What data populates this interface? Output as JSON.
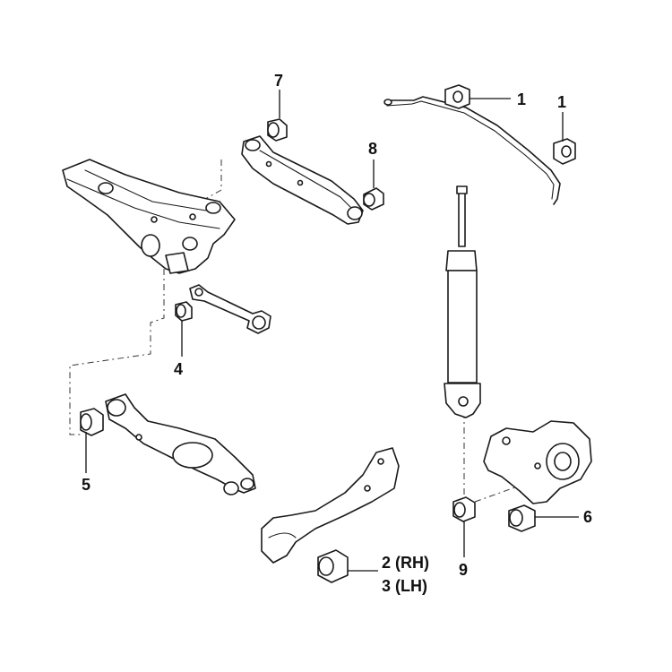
{
  "callouts": {
    "c1a": "1",
    "c1b": "1",
    "c2": "2 (RH)",
    "c3": "3 (LH)",
    "c4": "4",
    "c5": "5",
    "c6": "6",
    "c7": "7",
    "c8": "8",
    "c9": "9"
  },
  "colors": {
    "line": "#1a1a1a",
    "background": "#ffffff"
  }
}
